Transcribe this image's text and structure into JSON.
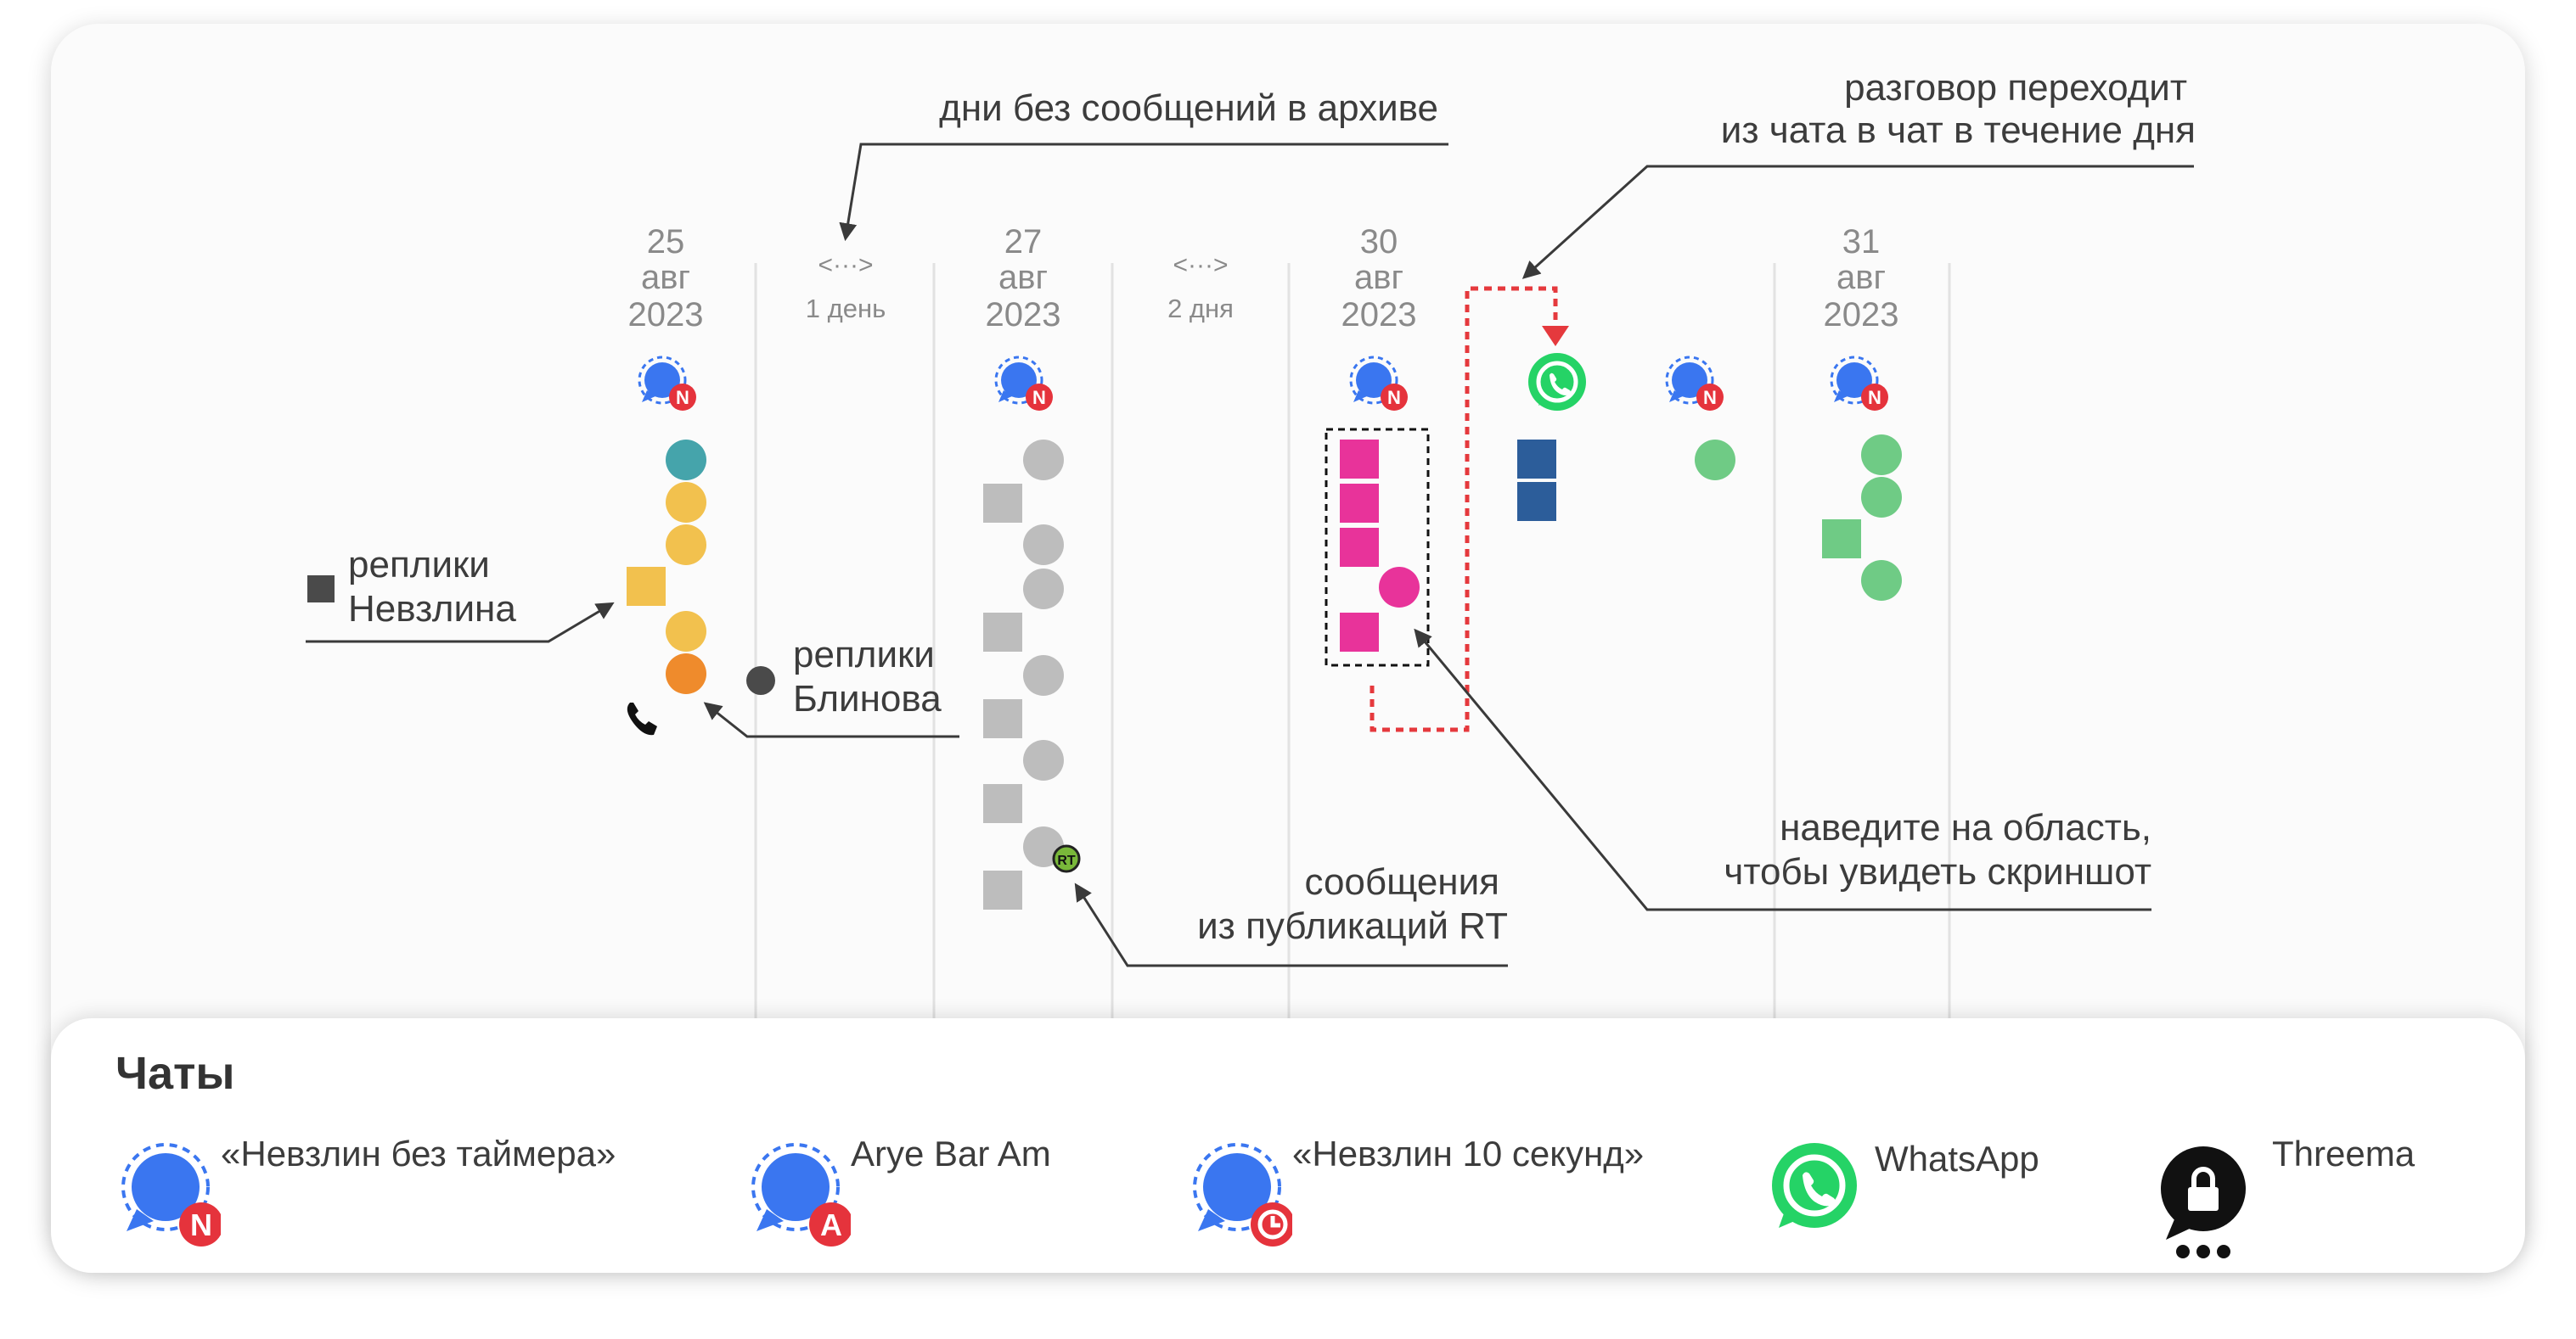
{
  "columns": [
    {
      "day": "25",
      "month": "авг",
      "year": "2023"
    },
    {
      "gap": "<···>",
      "label": "1 день"
    },
    {
      "day": "27",
      "month": "авг",
      "year": "2023"
    },
    {
      "gap": "<···>",
      "label": "2 дня"
    },
    {
      "day": "30",
      "month": "авг",
      "year": "2023"
    },
    {
      "day": "31",
      "month": "авг",
      "year": "2023"
    }
  ],
  "annotations": {
    "archive_gap": "дни без сообщений в архиве",
    "chat_switch_line1": "разговор переходит",
    "chat_switch_line2": "из чата в чат в течение дня",
    "nevzlin_line1": "реплики",
    "nevzlin_line2": "Невзлина",
    "blinov_line1": "реплики",
    "blinov_line2": "Блинова",
    "rt_line1": "сообщения",
    "rt_line2": "из публикаций RT",
    "hover_line1": "наведите на область,",
    "hover_line2": "чтобы увидеть скриншот",
    "rt_badge": "RT"
  },
  "legend": {
    "title": "Чаты",
    "items": [
      {
        "label": "«Невзлин без таймера»",
        "icon": "signal-icon",
        "badge": "N",
        "badge_color": "#e5333c"
      },
      {
        "label": "Arye Bar Am",
        "icon": "signal-icon",
        "badge": "A",
        "badge_color": "#e5333c"
      },
      {
        "label": "«Невзлин 10 секунд»",
        "icon": "signal-icon",
        "badge": "clock",
        "badge_color": "#e5333c"
      },
      {
        "label": "WhatsApp",
        "icon": "whatsapp-icon"
      },
      {
        "label": "Threema",
        "icon": "threema-icon"
      }
    ]
  },
  "colors": {
    "signal_blue": "#3a76f0",
    "badge_red": "#e5333c",
    "teal": "#45a4ab",
    "yellow": "#f2c14e",
    "orange": "#ef8b2c",
    "gray": "#bdbdbd",
    "magenta": "#e8339a",
    "navy": "#2c5d9a",
    "green": "#6fcb85",
    "whatsapp": "#25d366",
    "dashed_red": "#e5393d"
  }
}
